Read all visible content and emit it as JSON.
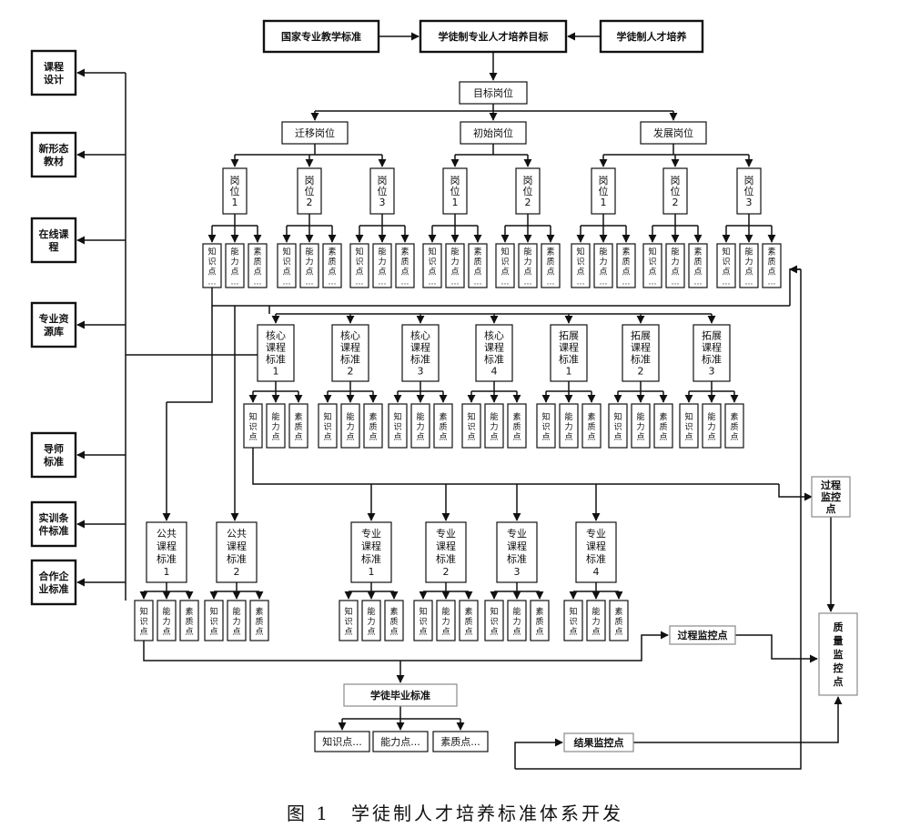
{
  "top": {
    "national_standard": "国家专业教学标准",
    "goal": "学徒制专业人才培养目标",
    "apprentice_training": "学徒制人才培养"
  },
  "target_position": "目标岗位",
  "position_groups": [
    {
      "label": "迁移岗位",
      "posts": [
        "岗\n位\n1",
        "岗\n位\n2",
        "岗\n位\n3"
      ]
    },
    {
      "label": "初始岗位",
      "posts": [
        "岗\n位\n1",
        "岗\n位\n2"
      ]
    },
    {
      "label": "发展岗位",
      "posts": [
        "岗\n位\n1",
        "岗\n位\n2",
        "岗\n位\n3"
      ]
    }
  ],
  "point_labels_row1": [
    "知\n识\n点\n…",
    "能\n力\n点\n…",
    "素\n质\n点\n…"
  ],
  "point_labels": [
    "知\n识\n点",
    "能\n力\n点",
    "素\n质\n点"
  ],
  "course_standards": [
    "核心\n课程\n标准\n1",
    "核心\n课程\n标准\n2",
    "核心\n课程\n标准\n3",
    "核心\n课程\n标准\n4",
    "拓展\n课程\n标准\n1",
    "拓展\n课程\n标准\n2",
    "拓展\n课程\n标准\n3"
  ],
  "public_standards": [
    "公共\n课程\n标准\n1",
    "公共\n课程\n标准\n2"
  ],
  "major_standards": [
    "专业\n课程\n标准\n1",
    "专业\n课程\n标准\n2",
    "专业\n课程\n标准\n3",
    "专业\n课程\n标准\n4"
  ],
  "left_resources": [
    "课程\n设计",
    "新形态\n教材",
    "在线课\n程",
    "专业资\n源库",
    "导师\n标准",
    "实训条\n件标准",
    "合作企\n业标准"
  ],
  "monitoring": {
    "process_right": "过程\n监控\n点",
    "process_inline": "过程监控点",
    "quality": "质\n量\n监\n控\n点",
    "result": "结果监控点"
  },
  "graduation": {
    "title": "学徒毕业标准",
    "outputs": [
      "知识点...",
      "能力点...",
      "素质点..."
    ]
  },
  "caption": "图 1　学徒制人才培养标准体系开发"
}
